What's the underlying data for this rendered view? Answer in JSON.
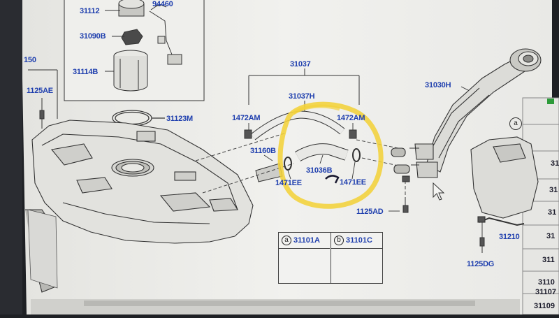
{
  "part_labels": {
    "p31112": "31112",
    "p94460": "94460",
    "p31090B": "31090B",
    "p31114B": "31114B",
    "p31123M": "31123M",
    "p150": "150",
    "p1125AE": "1125AE",
    "p31037": "31037",
    "p31037H": "31037H",
    "p1472AM_left": "1472AM",
    "p1472AM_right": "1472AM",
    "p31160B": "31160B",
    "p31036B": "31036B",
    "p1471EE_left": "1471EE",
    "p1471EE_right": "1471EE",
    "p31030H": "31030H",
    "p1125AD": "1125AD",
    "p31210": "31210",
    "p1125DG": "1125DG"
  },
  "legend": {
    "a_letter": "a",
    "a_code": "31101A",
    "b_letter": "b",
    "b_code": "31101C"
  },
  "callout_a": "a",
  "side_table": {
    "rows": [
      "31",
      "31",
      "31",
      "31",
      "311",
      "3110",
      "31107",
      "31109"
    ]
  },
  "colors": {
    "paper": "#eeeeea",
    "label_blue": "#1f3fae",
    "highlight": "#f2d23a",
    "monitor_bezel": "#1e2024"
  }
}
